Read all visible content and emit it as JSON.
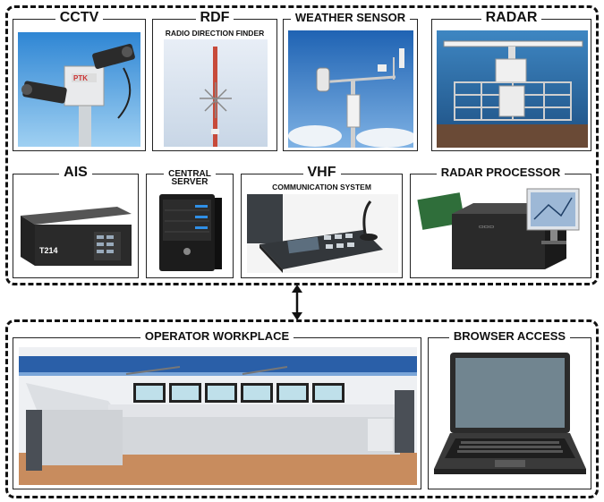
{
  "top_group": {
    "cctv": {
      "title": "CCTV",
      "icon": "cctv-camera-photo"
    },
    "rdf": {
      "title": "RDF",
      "subtitle": "RADIO DIRECTION FINDER",
      "icon": "antenna-mast-photo"
    },
    "weather": {
      "title": "WEATHER SENSOR",
      "icon": "weather-station-photo"
    },
    "radar": {
      "title": "RADAR",
      "icon": "radar-tower-photo"
    },
    "ais": {
      "title": "AIS",
      "device_label": "T214",
      "icon": "ais-base-station-photo"
    },
    "server": {
      "title_line1": "CENTRAL",
      "title_line2": "SERVER",
      "icon": "server-tower-photo"
    },
    "vhf": {
      "title": "VHF",
      "subtitle": "COMMUNICATION SYSTEM",
      "icon": "vhf-console-photo"
    },
    "radar_processor": {
      "title": "RADAR PROCESSOR",
      "icon": "radar-processor-photo"
    }
  },
  "connector": {
    "icon": "bidirectional-arrow"
  },
  "bottom_group": {
    "operator": {
      "title": "OPERATOR WORKPLACE",
      "icon": "operator-console-photo"
    },
    "browser": {
      "title": "BROWSER ACCESS",
      "icon": "laptop-photo"
    }
  }
}
